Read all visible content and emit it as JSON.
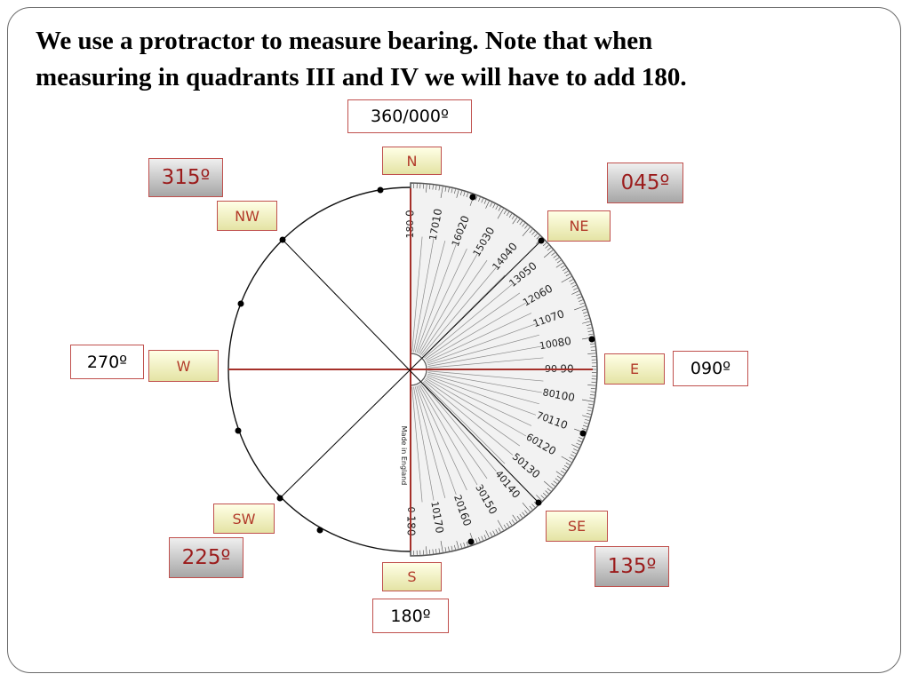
{
  "heading": "We use a protractor to measure bearing.  Note that when measuring in quadrants III and IV we will have to add 180.",
  "compass": {
    "points": [
      {
        "id": "N",
        "label": "N",
        "bearing": "360/000º"
      },
      {
        "id": "NE",
        "label": "NE",
        "bearing": "045º"
      },
      {
        "id": "E",
        "label": "E",
        "bearing": "090º"
      },
      {
        "id": "SE",
        "label": "SE",
        "bearing": "135º"
      },
      {
        "id": "S",
        "label": "S",
        "bearing": "180º"
      },
      {
        "id": "SW",
        "label": "SW",
        "bearing": "225º"
      },
      {
        "id": "W",
        "label": "W",
        "bearing": "270º"
      },
      {
        "id": "NW",
        "label": "NW",
        "bearing": "315º"
      }
    ]
  },
  "protractor": {
    "outer_scale": [
      "0",
      "10",
      "20",
      "30",
      "40",
      "50",
      "60",
      "70",
      "80",
      "90",
      "100",
      "110",
      "120",
      "130",
      "140",
      "150",
      "160",
      "170",
      "180"
    ],
    "inner_scale": [
      "180",
      "170",
      "160",
      "150",
      "140",
      "130",
      "120",
      "110",
      "100",
      "90",
      "80",
      "70",
      "60",
      "50",
      "40",
      "30",
      "20",
      "10",
      "0"
    ],
    "maker_text": "Made in England"
  },
  "colors": {
    "axis": "#a5302a",
    "box_border": "#c0504d",
    "direction_text": "#b23a2a",
    "bearing_text": "#9b1c1c"
  }
}
